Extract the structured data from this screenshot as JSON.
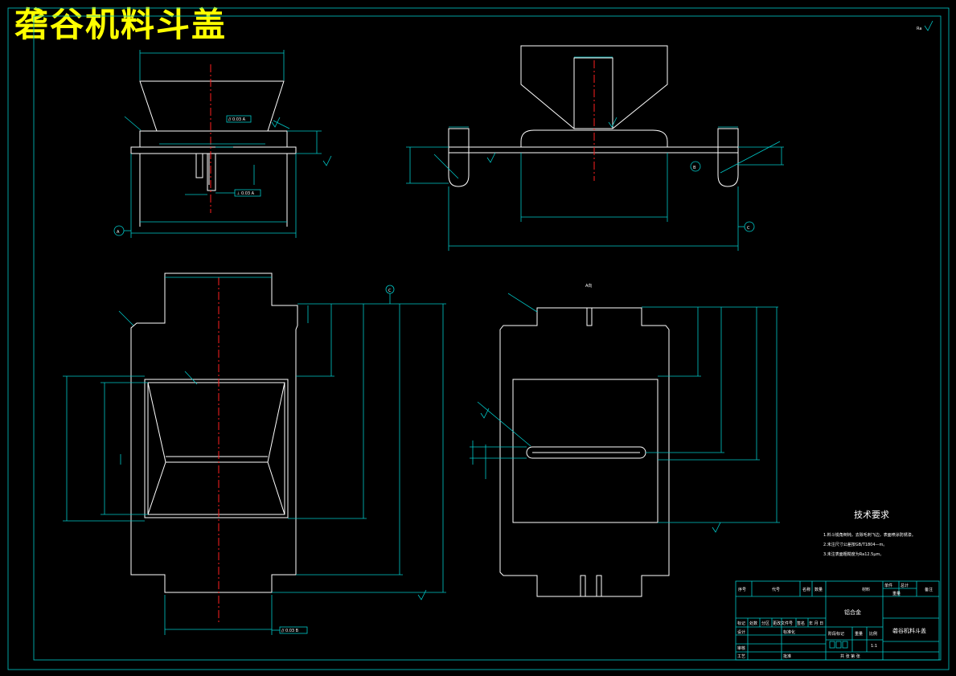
{
  "title": "砻谷机料斗盖",
  "roughness_note": "Ra",
  "notes": {
    "heading": "技术要求",
    "items": [
      "1.料斗锐角倒钝，去除毛刺飞边，表面喷涂防锈漆。",
      "2.未注尺寸公差按GB/T1804—m。",
      "3.未注表面粗糙度为Ra12.5μm。"
    ]
  },
  "title_block": {
    "header": [
      "序号",
      "代号",
      "名称",
      "数量",
      "材料",
      "单件",
      "总计",
      "备注"
    ],
    "weight_label": "重量",
    "material": "铝合金",
    "drawing_name": "砻谷机料斗盖",
    "rev_row": [
      "标记",
      "处数",
      "分区",
      "更改文件号",
      "签名",
      "年 月 日"
    ],
    "designer": "设计",
    "standardize": "标准化",
    "review": "审核",
    "process": "工艺",
    "approve": "批准",
    "stage_label": "阶段标记",
    "weight": "重量",
    "scale_label": "比例",
    "scale": "1:1",
    "sheets": "共 张  第 张"
  },
  "section_marks": {
    "a": "A",
    "b": "B",
    "c": "C",
    "direction": "A向"
  },
  "tolerances": {
    "parallel1": "// 0.03 A",
    "perp": "⊥ 0.03 A",
    "parallel2": "// 0.03 B"
  }
}
